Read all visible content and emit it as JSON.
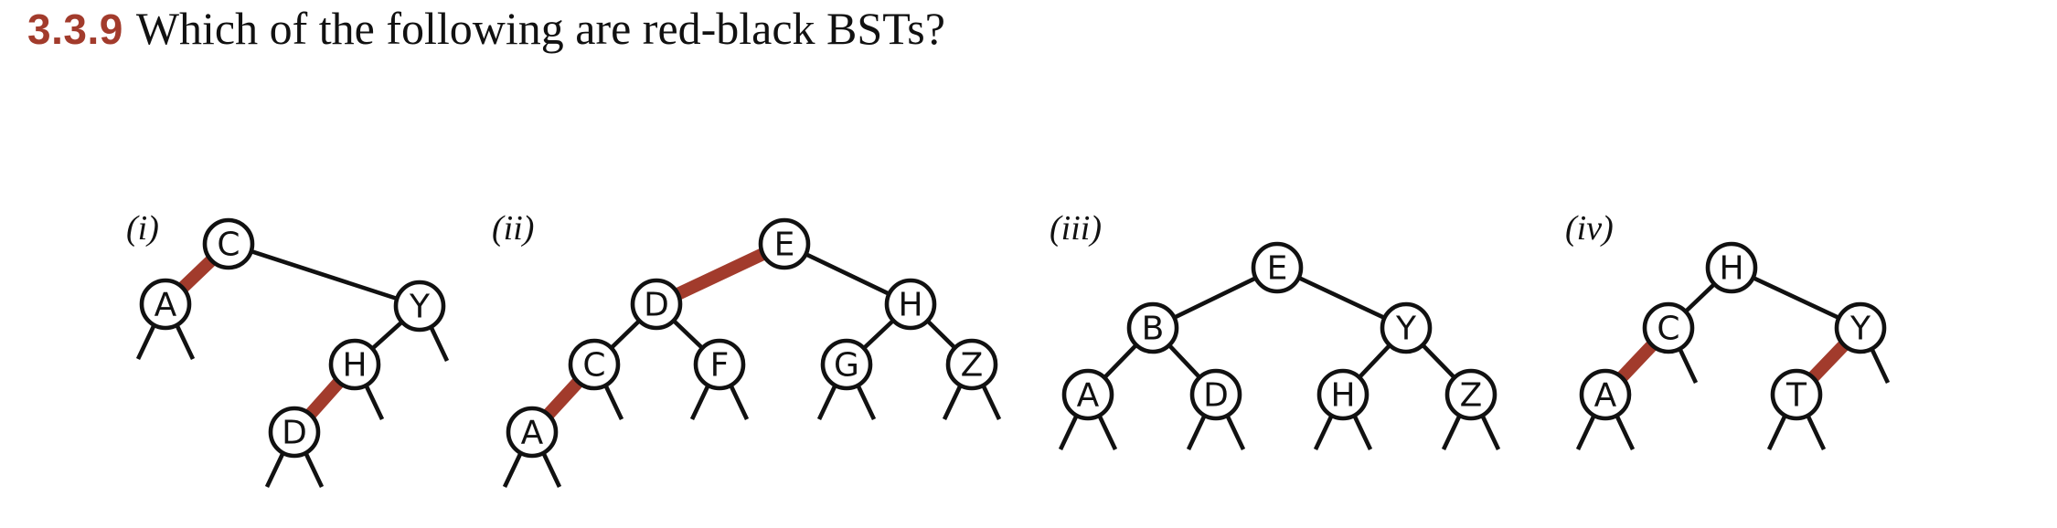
{
  "question": {
    "number": "3.3.9",
    "text": "Which of the following are red-black BSTs?"
  },
  "colors": {
    "red_link": "#a23b2c",
    "black_link": "#111111",
    "question_number": "#a23b2c"
  },
  "trees": [
    {
      "label": "(i)",
      "nodes": [
        "C",
        "A",
        "Y",
        "H",
        "D"
      ],
      "links": [
        {
          "parent": "C",
          "child": "A",
          "color": "red"
        },
        {
          "parent": "C",
          "child": "Y",
          "color": "black"
        },
        {
          "parent": "Y",
          "child": "H",
          "color": "black"
        },
        {
          "parent": "H",
          "child": "D",
          "color": "red"
        }
      ]
    },
    {
      "label": "(ii)",
      "nodes": [
        "E",
        "D",
        "H",
        "C",
        "F",
        "G",
        "Z",
        "A"
      ],
      "links": [
        {
          "parent": "E",
          "child": "D",
          "color": "red"
        },
        {
          "parent": "E",
          "child": "H",
          "color": "black"
        },
        {
          "parent": "D",
          "child": "C",
          "color": "black"
        },
        {
          "parent": "D",
          "child": "F",
          "color": "black"
        },
        {
          "parent": "H",
          "child": "G",
          "color": "black"
        },
        {
          "parent": "H",
          "child": "Z",
          "color": "black"
        },
        {
          "parent": "C",
          "child": "A",
          "color": "red"
        }
      ]
    },
    {
      "label": "(iii)",
      "nodes": [
        "E",
        "B",
        "Y",
        "A",
        "D",
        "H",
        "Z"
      ],
      "links": [
        {
          "parent": "E",
          "child": "B",
          "color": "black"
        },
        {
          "parent": "E",
          "child": "Y",
          "color": "black"
        },
        {
          "parent": "B",
          "child": "A",
          "color": "black"
        },
        {
          "parent": "B",
          "child": "D",
          "color": "black"
        },
        {
          "parent": "Y",
          "child": "H",
          "color": "black"
        },
        {
          "parent": "Y",
          "child": "Z",
          "color": "black"
        }
      ]
    },
    {
      "label": "(iv)",
      "nodes": [
        "H",
        "C",
        "Y",
        "A",
        "T"
      ],
      "links": [
        {
          "parent": "H",
          "child": "C",
          "color": "black"
        },
        {
          "parent": "H",
          "child": "Y",
          "color": "black"
        },
        {
          "parent": "C",
          "child": "A",
          "color": "red"
        },
        {
          "parent": "Y",
          "child": "T",
          "color": "red"
        }
      ]
    }
  ]
}
